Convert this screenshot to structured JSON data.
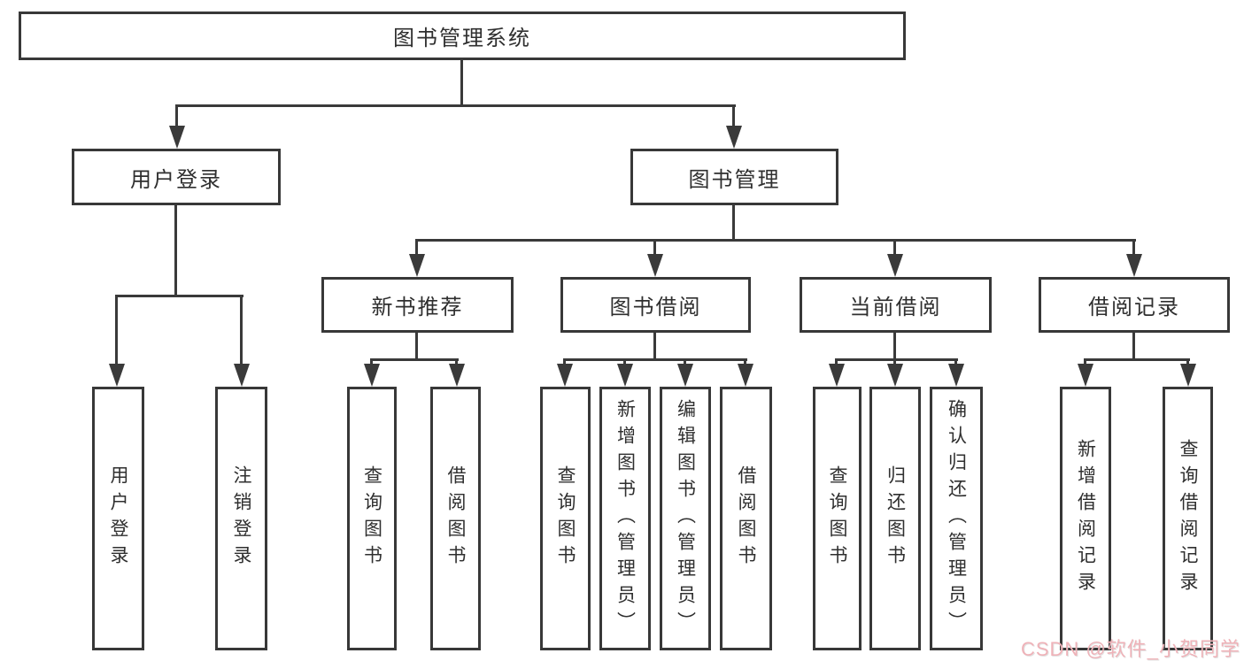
{
  "diagram": {
    "title": "图书管理系统",
    "nodes": {
      "root": "图书管理系统",
      "user_login": "用户登录",
      "book_management": "图书管理",
      "new_book_recommend": "新书推荐",
      "book_borrowing": "图书借阅",
      "current_borrowing": "当前借阅",
      "borrowing_records": "借阅记录",
      "leaf_user_login": "用户登录",
      "leaf_logout": "注销登录",
      "recommend_query_books": "查询图书",
      "recommend_borrow_books": "借阅图书",
      "borrowing_query_books": "查询图书",
      "borrowing_add_books": "新增图书（管理员）",
      "borrowing_edit_books": "编辑图书（管理员）",
      "borrowing_borrow_books": "借阅图书",
      "current_query_books": "查询图书",
      "current_return_books": "归还图书",
      "current_confirm_return": "确认归还（管理员）",
      "records_add_record": "新增借阅记录",
      "records_query_record": "查询借阅记录"
    },
    "edges": [
      [
        "root",
        "user_login"
      ],
      [
        "root",
        "book_management"
      ],
      [
        "user_login",
        "leaf_user_login"
      ],
      [
        "user_login",
        "leaf_logout"
      ],
      [
        "book_management",
        "new_book_recommend"
      ],
      [
        "book_management",
        "book_borrowing"
      ],
      [
        "book_management",
        "current_borrowing"
      ],
      [
        "book_management",
        "borrowing_records"
      ],
      [
        "new_book_recommend",
        "recommend_query_books"
      ],
      [
        "new_book_recommend",
        "recommend_borrow_books"
      ],
      [
        "book_borrowing",
        "borrowing_query_books"
      ],
      [
        "book_borrowing",
        "borrowing_add_books"
      ],
      [
        "book_borrowing",
        "borrowing_edit_books"
      ],
      [
        "book_borrowing",
        "borrowing_borrow_books"
      ],
      [
        "current_borrowing",
        "current_query_books"
      ],
      [
        "current_borrowing",
        "current_return_books"
      ],
      [
        "current_borrowing",
        "current_confirm_return"
      ],
      [
        "borrowing_records",
        "records_add_record"
      ],
      [
        "borrowing_records",
        "records_query_record"
      ]
    ],
    "colors": {
      "line": "#3a3a3a",
      "box_border": "#383838",
      "box_background": "#ffffff",
      "text": "#2f2f2f",
      "watermark": "#efb2b8"
    }
  },
  "watermark": {
    "text": "CSDN @软件_小贺同学"
  }
}
